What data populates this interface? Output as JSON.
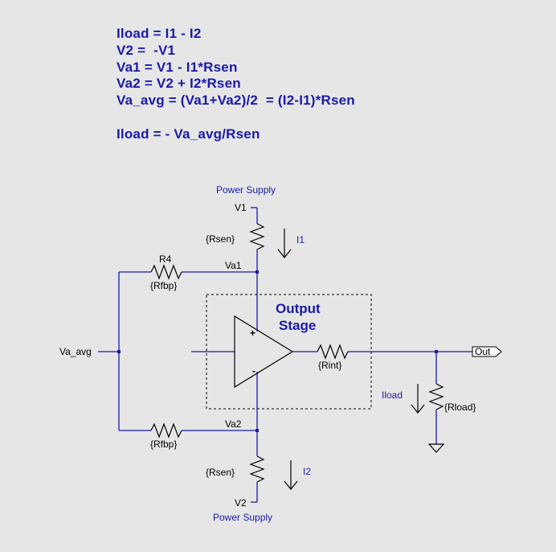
{
  "equations": [
    "Iload = I1 - I2",
    "V2 =  -V1",
    "Va1 = V1 - I1*Rsen",
    "Va2 = V2 + I2*Rsen",
    "Va_avg = (Va1+Va2)/2  = (I2-I1)*Rsen",
    "Iload = - Va_avg/Rsen"
  ],
  "labels": {
    "power_supply_top": "Power Supply",
    "power_supply_bottom": "Power Supply",
    "v1": "V1",
    "v2": "V2",
    "rsen_top": "{Rsen}",
    "rsen_bottom": "{Rsen}",
    "i1": "I1",
    "i2": "I2",
    "r4": "R4",
    "rfbp_top": "{Rfbp}",
    "rfbp_bottom": "{Rfbp}",
    "va1": "Va1",
    "va2": "Va2",
    "va_avg": "Va_avg",
    "output_stage_line1": "Output",
    "output_stage_line2": "Stage",
    "plus": "+",
    "minus": "-",
    "rint": "{Rint}",
    "out": "Out",
    "iload": "Iload",
    "rload": "{Rload}"
  }
}
